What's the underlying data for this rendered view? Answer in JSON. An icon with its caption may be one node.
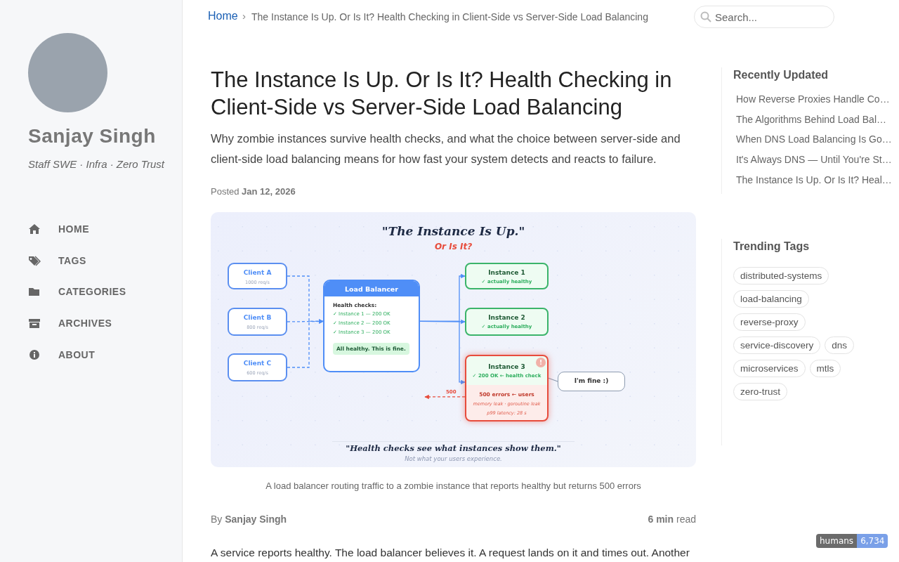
{
  "diagram": {
    "title": "The Instance Is Up. Or Is It? Health Checking in Client-Side vs Server-Side Load Balancing",
    "caption": "A load balancer routing traffic to a zombie instance that reports healthy but returns 500 errors",
    "nodes": [
      {
        "text": [
          "Client A",
          "1000 req/s"
        ]
      },
      {
        "text": [
          "Client B",
          "800 req/s"
        ]
      },
      {
        "text": [
          "Client C",
          "600 req/s"
        ]
      },
      {
        "text": [
          "Load Balancer",
          "Health checks:",
          "✓ Instance 1 — 200 OK",
          "✓ Instance 2 — 200 OK",
          "✓ Instance 3 — 200 OK",
          "All healthy. This is fine."
        ]
      },
      {
        "text": [
          "Instance 1",
          "✓ actually healthy"
        ]
      },
      {
        "text": [
          "Instance 2",
          "✓ actually healthy"
        ]
      },
      {
        "text": [
          "Instance 3",
          "!",
          "✓ 200 OK ← health check",
          "500 errors ← users",
          "memory leak · goroutine leak",
          "p99 latency: 28 s"
        ]
      },
      {
        "text": [
          "I'm fine :)"
        ]
      }
    ],
    "edges": [
      {
        "from": 0,
        "to": 3,
        "arrow": "to",
        "style": "dashed"
      },
      {
        "from": 1,
        "to": 3,
        "arrow": "to",
        "style": "dashed"
      },
      {
        "from": 2,
        "to": 3,
        "arrow": "to",
        "style": "dashed"
      },
      {
        "from": 3,
        "to": 4,
        "arrow": "to"
      },
      {
        "from": 3,
        "to": 5,
        "arrow": "to"
      },
      {
        "from": 3,
        "to": 6,
        "arrow": "to"
      },
      {
        "from": 6,
        "to": null,
        "arrow": "to",
        "label": "500",
        "style": "dashed",
        "color": "#e74c3c"
      },
      {
        "from": 7,
        "to": 6,
        "arrow": "none",
        "color": "#8d9bb0"
      }
    ],
    "labels": [
      "Sanjay Singh",
      "Staff SWE · Infra · Zero Trust",
      "HOME",
      "TAGS",
      "CATEGORIES",
      "ARCHIVES",
      "ABOUT",
      "Home",
      "›",
      "The Instance Is Up. Or Is It? Health Checking in Client-Side vs Server-Side Load Balancing",
      "Search...",
      "Why zombie instances survive health checks, and what the choice between server-side and client-side load balancing means for how fast your system detects and reacts to failure.",
      "Posted **Jan 12, 2026**",
      "\"The Instance Is Up.\"",
      "Or Is It?",
      "\"Health checks see what instances show them.\"",
      "Not what your users experience.",
      "By **Sanjay Singh**",
      "**6 min** read",
      "A service reports healthy. The load balancer believes it. A request lands on it and times out. Another",
      "Recently Updated",
      "How Reverse Proxies Handle Co…",
      "The Algorithms Behind Load Bal…",
      "When DNS Load Balancing Is Go…",
      "It's Always DNS — Until You're St…",
      "The Instance Is Up. Or Is It? Heal…",
      "Trending Tags",
      "distributed-systems",
      "load-balancing",
      "reverse-proxy",
      "service-discovery",
      "dns",
      "microservices",
      "mtls",
      "zero-trust",
      "humans",
      "6,734"
    ]
  }
}
